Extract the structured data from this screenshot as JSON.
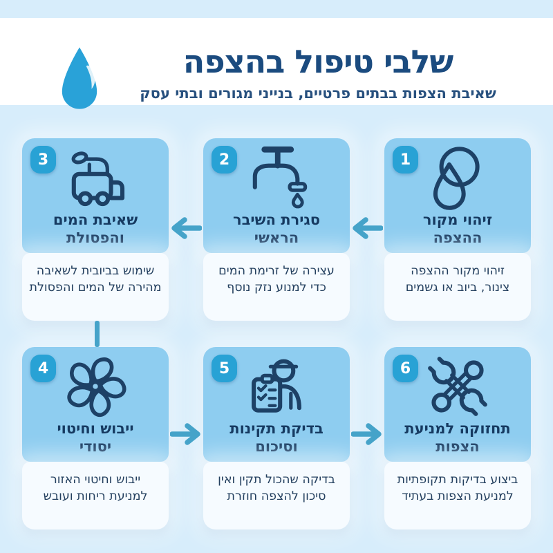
{
  "header": {
    "title": "שלבי טיפול בהצפה",
    "subtitle": "שאיבת הצפות בבתים פרטיים, בנייני מגורים ובתי עסק",
    "logo_icon": "water-drop-icon"
  },
  "steps": [
    {
      "number": "1",
      "icon": "water-source-icon",
      "title": [
        "זיהוי מקור",
        "ההצפה"
      ],
      "description": [
        "זיהוי מקור ההצפה",
        "צינור, ביוב או גשמים"
      ]
    },
    {
      "number": "2",
      "icon": "faucet-icon",
      "title": [
        "סגירת השיבר",
        "הראשי"
      ],
      "description": [
        "עצירה של זרימת המים",
        "כדי למנוע נזק נוסף"
      ]
    },
    {
      "number": "3",
      "icon": "vacuum-truck-icon",
      "title": [
        "שאיבת המים",
        "והפסולת"
      ],
      "description": [
        "שימוש בביובית לשאיבה",
        "מהירה של המים והפסולת"
      ]
    },
    {
      "number": "4",
      "icon": "fan-icon",
      "title": [
        "ייבוש וחיטוי",
        "יסודי"
      ],
      "description": [
        "ייבוש וחיטוי האזור",
        "למניעת ריחות ועובש"
      ]
    },
    {
      "number": "5",
      "icon": "inspection-checklist-icon",
      "title": [
        "בדיקת תקינות",
        "וסיכום"
      ],
      "description": [
        "בדיקה שהכול תקין ואין",
        "סיכון להצפה חוזרת"
      ]
    },
    {
      "number": "6",
      "icon": "maintenance-tools-icon",
      "title": [
        "תחזוקה למניעת",
        "הצפות"
      ],
      "description": [
        "ביצוע בדיקות תקופתיות",
        "למניעת הצפות בעתיד"
      ]
    }
  ],
  "flow": [
    {
      "from": 1,
      "to": 2,
      "direction": "left"
    },
    {
      "from": 2,
      "to": 3,
      "direction": "left"
    },
    {
      "from": 3,
      "to": 4,
      "direction": "down"
    },
    {
      "from": 4,
      "to": 5,
      "direction": "right"
    },
    {
      "from": 5,
      "to": 6,
      "direction": "right"
    }
  ],
  "colors": {
    "page_background": "#d7edfb",
    "header_background": "#ffffff",
    "card_blue": "#8ecdf0",
    "card_white": "#f6fbff",
    "badge": "#28a2d5",
    "icon_navy": "#1d4166",
    "arrow": "#45a3c9",
    "title_navy": "#1b4b7f"
  }
}
